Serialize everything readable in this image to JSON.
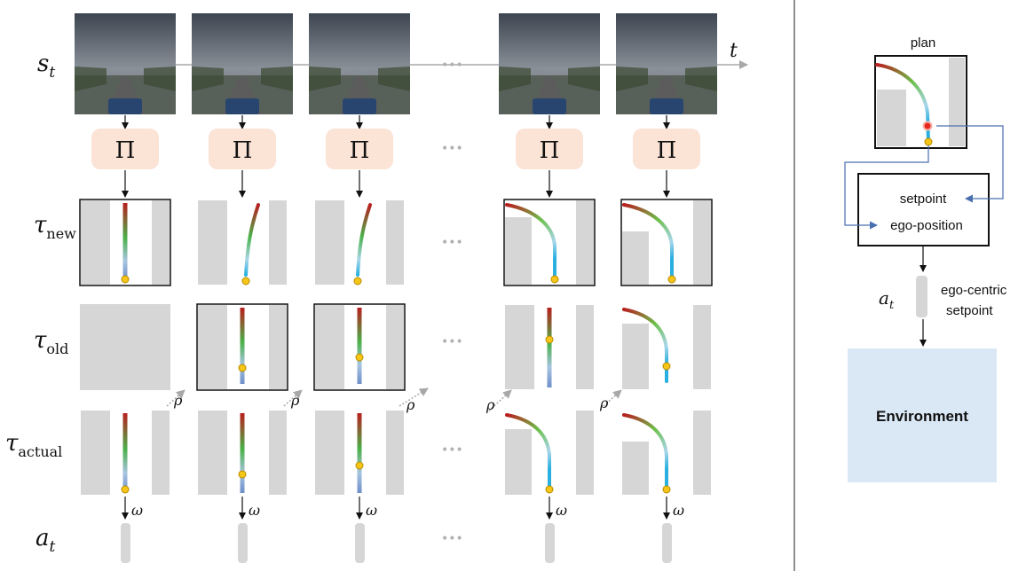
{
  "row_labels": {
    "s": {
      "sym": "s",
      "sub": "t"
    },
    "tau_new": {
      "sym": "τ",
      "sub": "new"
    },
    "tau_old": {
      "sym": "τ",
      "sub": "old"
    },
    "tau_actual": {
      "sym": "τ",
      "sub": "actual"
    },
    "a": {
      "sym": "a",
      "sub": "t"
    }
  },
  "time_label": "t",
  "policy_symbol": "Π",
  "ellipsis": "•••",
  "rho": "ρ",
  "omega": "ω",
  "right_panel": {
    "plan_label": "plan",
    "setpoint_label": "setpoint",
    "ego_position_label": "ego-position",
    "action_label": {
      "sym": "a",
      "sub": "t"
    },
    "egocentric_label_line1": "ego-centric",
    "egocentric_label_line2": "setpoint",
    "environment_label": "Environment"
  },
  "colors": {
    "policy_fill": "#fbe3d6",
    "environment_fill": "#dae8f6",
    "obstacle_gray": "#d6d6d6",
    "arrow_blue": "#4a6fb0",
    "gray_arrow": "#a8a8a8",
    "waypoint_yellow": "#f5c518",
    "current_red": "#e8281e"
  }
}
